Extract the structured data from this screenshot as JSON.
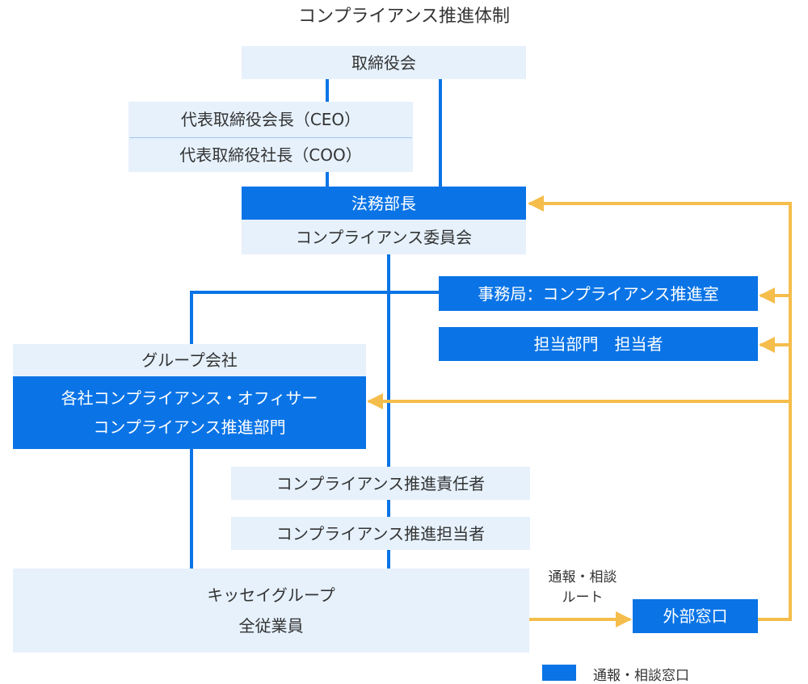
{
  "title": "コンプライアンス推進体制",
  "nodes": {
    "board": "取締役会",
    "ceo": "代表取締役会長（CEO）",
    "coo": "代表取締役社長（COO）",
    "legal_head": "法務部長",
    "compliance_committee": "コンプライアンス委員会",
    "secretariat": "事務局：コンプライアンス推進室",
    "dept_staff": "担当部門　担当者",
    "group_companies": "グループ会社",
    "officers_line1": "各社コンプライアンス・オフィサー",
    "officers_line2": "コンプライアンス推進部門",
    "responsible": "コンプライアンス推進責任者",
    "promoter": "コンプライアンス推進担当者",
    "employees_line1": "キッセイグループ",
    "employees_line2": "全従業員",
    "external": "外部窓口"
  },
  "route_label_line1": "通報・相談",
  "route_label_line2": "ルート",
  "legend": {
    "label": "通報・相談窓口",
    "color": "#0a74e6"
  },
  "colors": {
    "blue": "#0a74e6",
    "light_blue": "#e6f1fc",
    "route": "#f5bd4b"
  }
}
